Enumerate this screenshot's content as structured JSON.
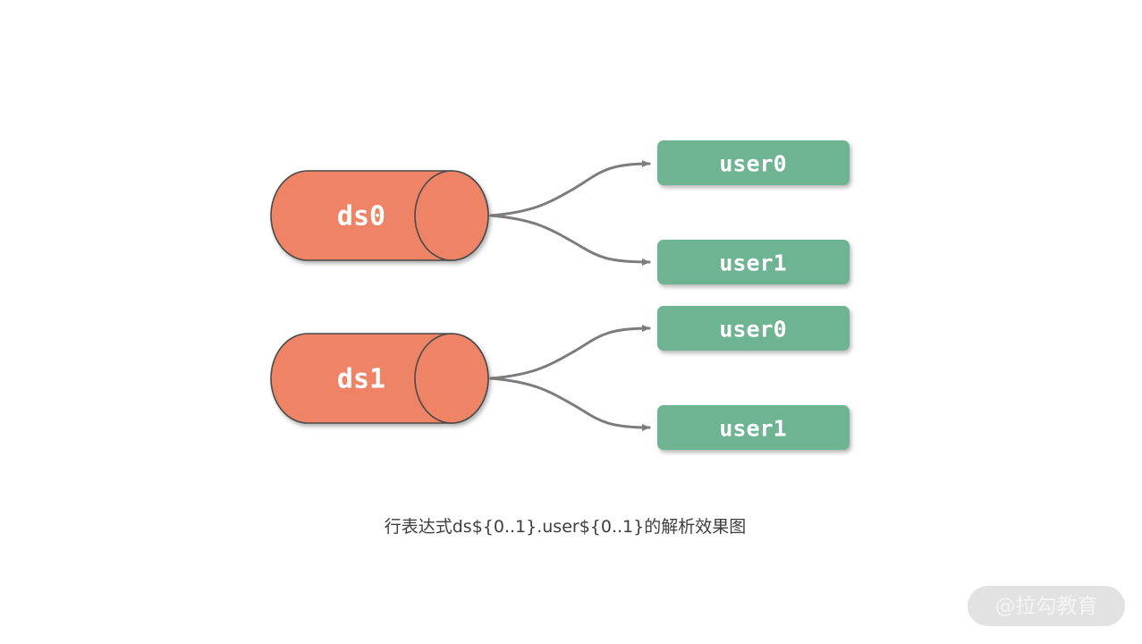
{
  "diagram": {
    "caption": "行表达式ds${0..1}.user${0..1}的解析效果图",
    "watermark": "@拉勾教育",
    "colors": {
      "datasource_fill": "#EE8465",
      "datasource_outline": "#4A4A4A",
      "table_fill": "#6FB492",
      "connector": "#7C7C7C",
      "caption_text": "#3D3D3D",
      "watermark_bg": "#E2E2E2",
      "watermark_text": "#F4F4F4",
      "label_text": "#FFFFFF"
    },
    "datasources": [
      {
        "label": "ds0",
        "tables": [
          "user0",
          "user1"
        ]
      },
      {
        "label": "ds1",
        "tables": [
          "user0",
          "user1"
        ]
      }
    ]
  }
}
